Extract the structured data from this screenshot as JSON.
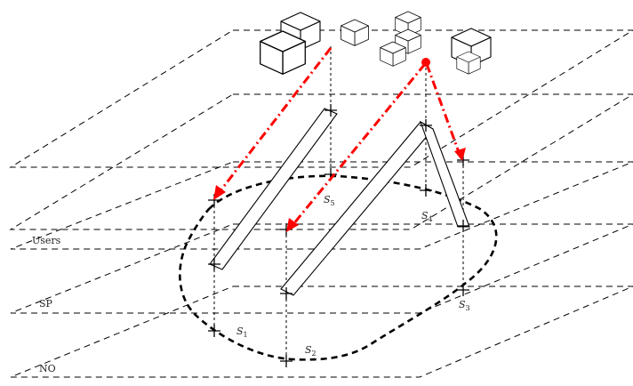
{
  "layers": [
    {
      "id": "users",
      "label": "Users"
    },
    {
      "id": "sp",
      "label": "SP"
    },
    {
      "id": "no",
      "label": "NO"
    }
  ],
  "nodes": [
    {
      "id": "s1",
      "letter": "S",
      "sub": "1"
    },
    {
      "id": "s2",
      "letter": "S",
      "sub": "2"
    },
    {
      "id": "s3",
      "letter": "S",
      "sub": "3"
    },
    {
      "id": "s4",
      "letter": "S",
      "sub": "4"
    },
    {
      "id": "s5",
      "letter": "S",
      "sub": "5"
    }
  ],
  "colors": {
    "arrow": "#ff0000",
    "line": "#000000",
    "background": "#ffffff"
  }
}
